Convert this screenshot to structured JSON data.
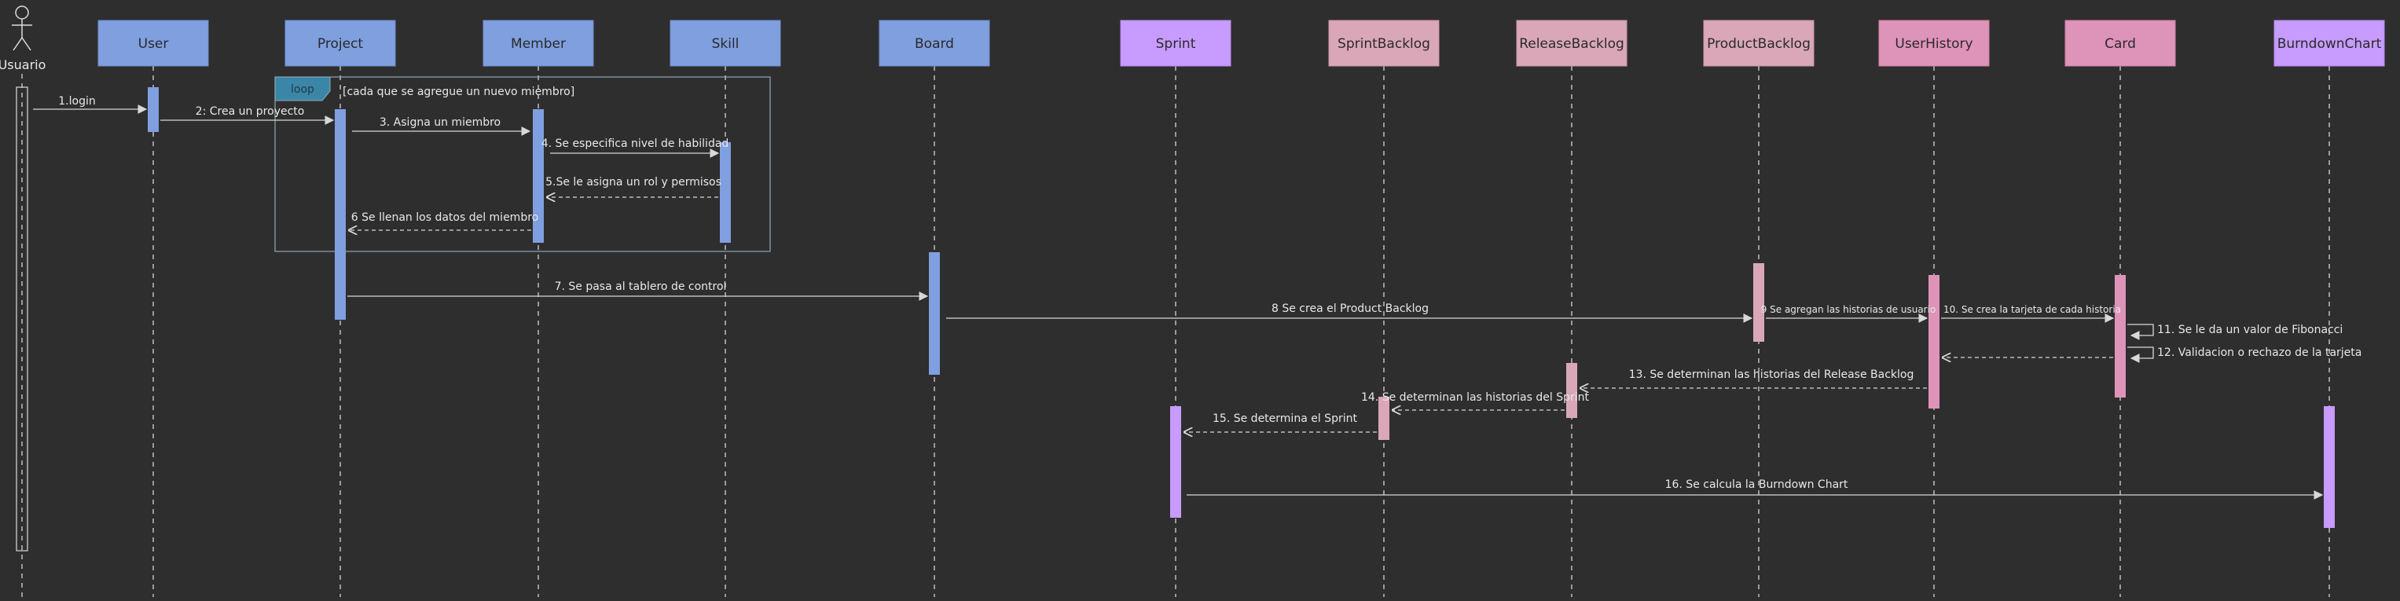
{
  "actor": {
    "name": "Usuario"
  },
  "participants": [
    {
      "id": "user",
      "name": "User",
      "color": "#7f9fdf"
    },
    {
      "id": "project",
      "name": "Project",
      "color": "#7f9fdf"
    },
    {
      "id": "member",
      "name": "Member",
      "color": "#7f9fdf"
    },
    {
      "id": "skill",
      "name": "Skill",
      "color": "#7f9fdf"
    },
    {
      "id": "board",
      "name": "Board",
      "color": "#7f9fdf"
    },
    {
      "id": "sprint",
      "name": "Sprint",
      "color": "#c79bff"
    },
    {
      "id": "sprintbacklog",
      "name": "SprintBacklog",
      "color": "#d9a7b8"
    },
    {
      "id": "releasebacklog",
      "name": "ReleaseBacklog",
      "color": "#d9a7b8"
    },
    {
      "id": "productbacklog",
      "name": "ProductBacklog",
      "color": "#d9a7b8"
    },
    {
      "id": "userhistory",
      "name": "UserHistory",
      "color": "#de93b9"
    },
    {
      "id": "card",
      "name": "Card",
      "color": "#de93b9"
    },
    {
      "id": "burndownchart",
      "name": "BurndownChart",
      "color": "#c79bff"
    }
  ],
  "loop": {
    "label": "loop",
    "condition": "[cada que se agregue un nuevo miembro]"
  },
  "messages": [
    {
      "label": "1.login"
    },
    {
      "label": "2: Crea un proyecto"
    },
    {
      "label": "3. Asigna un miembro"
    },
    {
      "label": "4. Se especifica nivel de habilidad"
    },
    {
      "label": "5.Se le asigna un rol y permisos"
    },
    {
      "label": "6 Se llenan los datos del miembro"
    },
    {
      "label": "7. Se pasa al tablero de control"
    },
    {
      "label": "8 Se crea el Product Backlog"
    },
    {
      "label": "9 Se agregan las historias de usuario"
    },
    {
      "label": "10. Se crea la tarjeta de cada historia"
    },
    {
      "label": "11. Se le da un valor de Fibonacci"
    },
    {
      "label": "12. Validacion o rechazo de la tarjeta"
    },
    {
      "label": "13. Se determinan las historias del Release Backlog"
    },
    {
      "label": "14. Se determinan las historias del Sprint"
    },
    {
      "label": "15. Se determina el Sprint"
    },
    {
      "label": "16. Se calcula la Burndown Chart"
    }
  ]
}
